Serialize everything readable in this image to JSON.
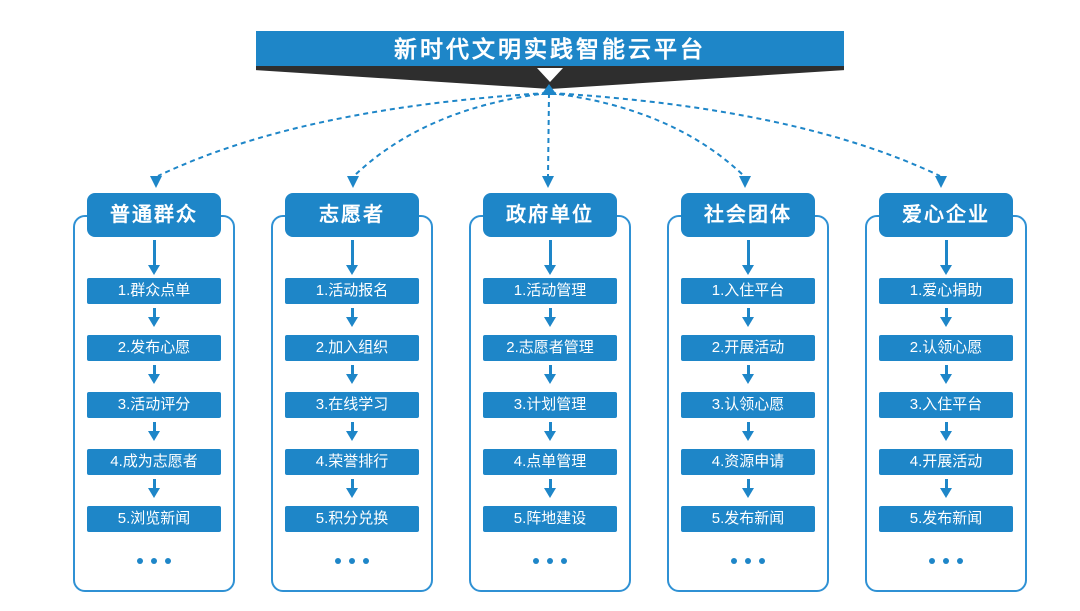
{
  "platform": {
    "title": "新时代文明实践智能云平台"
  },
  "colors": {
    "primary_blue": "#1e86c8",
    "outline_blue": "#2f91d4",
    "ribbon_dark": "#2e2e2e",
    "text_white": "#ffffff",
    "background": "#ffffff"
  },
  "icons": {
    "banner_arrow": "down-triangle",
    "connector_style": "dashed-curve-with-arrowhead",
    "more_indicator": "..."
  },
  "columns": [
    {
      "header": "普通群众",
      "items": [
        "1.群众点单",
        "2.发布心愿",
        "3.活动评分",
        "4.成为志愿者",
        "5.浏览新闻"
      ],
      "more": "..."
    },
    {
      "header": "志愿者",
      "items": [
        "1.活动报名",
        "2.加入组织",
        "3.在线学习",
        "4.荣誉排行",
        "5.积分兑换"
      ],
      "more": "..."
    },
    {
      "header": "政府单位",
      "items": [
        "1.活动管理",
        "2.志愿者管理",
        "3.计划管理",
        "4.点单管理",
        "5.阵地建设"
      ],
      "more": "..."
    },
    {
      "header": "社会团体",
      "items": [
        "1.入住平台",
        "2.开展活动",
        "3.认领心愿",
        "4.资源申请",
        "5.发布新闻"
      ],
      "more": "..."
    },
    {
      "header": "爱心企业",
      "items": [
        "1.爱心捐助",
        "2.认领心愿",
        "3.入住平台",
        "4.开展活动",
        "5.发布新闻"
      ],
      "more": "..."
    }
  ]
}
